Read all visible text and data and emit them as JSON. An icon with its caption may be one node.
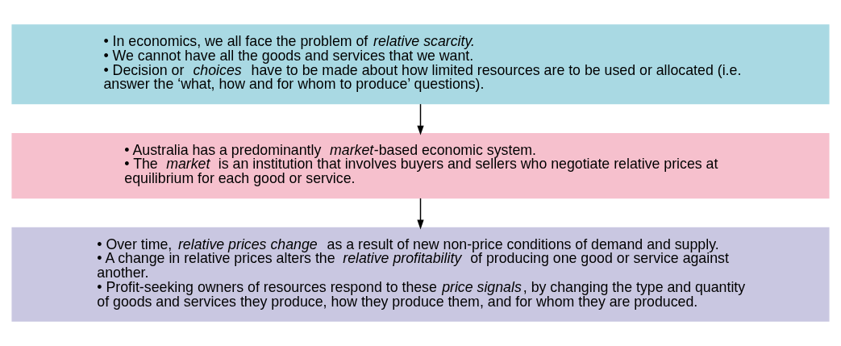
{
  "diagram": {
    "nodes": [
      {
        "text": [
          "• In economics, we all face the problem of *relative scarcity.*",
          "• We cannot have all the goods and services that we want.",
          "• Decision or *choices* have to be made about how limited resources are to be used or allocated (i.e. answer the ‘what, how and for whom to produce’ questions)."
        ]
      },
      {
        "text": [
          "• Australia has a predominantly *market*-based economic system.",
          "• The *market* is an institution that involves buyers and sellers who negotiate relative prices at equilibrium for each good or service."
        ]
      },
      {
        "text": [
          "• Over time, *relative prices change* as a result of new non-price conditions of demand and supply.",
          "• A change in relative prices alters the *relative profitability* of producing one good or service against another.",
          "• Profit-seeking owners of resources respond to these *price signals*, by changing the type and quantity of goods and services they produce, how they produce them, and for whom they are produced."
        ]
      }
    ],
    "edges": [
      {
        "from": 0,
        "to": 1,
        "arrow": "to"
      },
      {
        "from": 1,
        "to": 2,
        "arrow": "to"
      }
    ]
  }
}
